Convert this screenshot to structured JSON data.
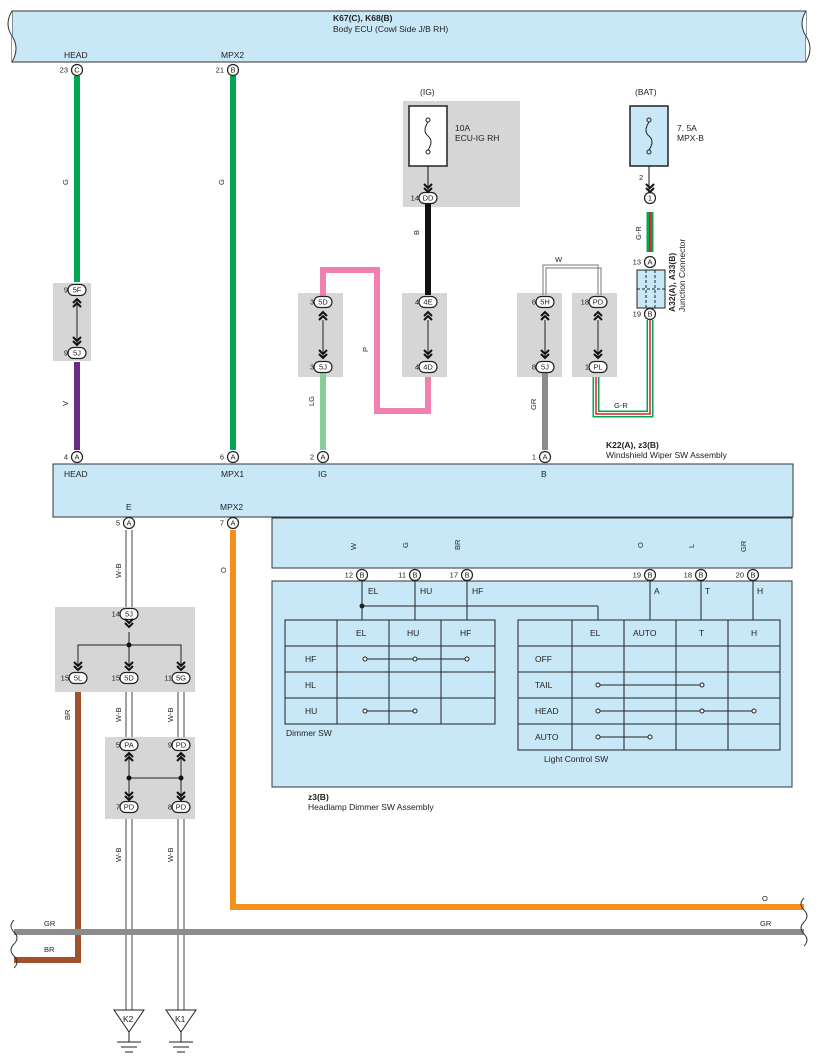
{
  "colors": {
    "ecu_fill": "#c8e8f8",
    "splice_gray": "#d6d6d6",
    "wire_green": "#00a651",
    "wire_violet": "#6a2a8c",
    "wire_pink": "#f080b0",
    "wire_black": "#111111",
    "wire_lightgreen": "#88cc99",
    "wire_gray": "#8c8c8c",
    "wire_orange": "#f39020",
    "wire_brown": "#a0522d",
    "wire_blue": "#0099dd",
    "wire_red": "#dd2222"
  },
  "body_ecu": {
    "codes": "K67(C), K68(B)",
    "name": "Body ECU (Cowl Side J/B RH)",
    "pin_head_label": "HEAD",
    "pin_head_num": "23",
    "pin_head_conn": "C",
    "pin_mpx2_label": "MPX2",
    "pin_mpx2_num": "21",
    "pin_mpx2_conn": "B"
  },
  "fuse_ig": {
    "supply": "(IG)",
    "rating": "10A",
    "name": "ECU-IG RH",
    "pin_num": "14",
    "pin_conn": "DD",
    "wire": "B"
  },
  "fuse_bat": {
    "supply": "(BAT)",
    "rating": "7. 5A",
    "name": "MPX-B",
    "pin_num": "2",
    "pin_conn": "1",
    "wire": "G-R"
  },
  "junction": {
    "codes": "A32(A), A33(B)",
    "name": "Junction Connector",
    "top_num": "13",
    "top_conn": "A",
    "bot_num": "19",
    "bot_conn": "B"
  },
  "wire_labels": {
    "head_upper": "G",
    "head_lower": "V",
    "mpx2": "G",
    "p": "P",
    "lg": "LG",
    "w_top": "W",
    "gr": "GR",
    "gr_bottom": "G-R",
    "e_wb": "W-B",
    "mpx2_o": "O",
    "br": "BR",
    "wb_mid1": "W-B",
    "wb_mid2": "W-B",
    "wb_low1": "W-B",
    "wb_low2": "W-B",
    "o_right": "O",
    "gr_left": "GR",
    "gr_right": "GR",
    "br_left": "BR"
  },
  "connectors": [
    {
      "num": "9",
      "conn": "5F"
    },
    {
      "num": "9",
      "conn": "5J"
    },
    {
      "num": "3",
      "conn": "5D"
    },
    {
      "num": "3",
      "conn": "5J"
    },
    {
      "num": "4",
      "conn": "4E"
    },
    {
      "num": "4",
      "conn": "4D"
    },
    {
      "num": "6",
      "conn": "5H"
    },
    {
      "num": "8",
      "conn": "5J"
    },
    {
      "num": "18",
      "conn": "PD"
    },
    {
      "num": "1",
      "conn": "PL"
    },
    {
      "num": "14",
      "conn": "5J"
    },
    {
      "num": "15",
      "conn": "5L"
    },
    {
      "num": "15",
      "conn": "5D"
    },
    {
      "num": "11",
      "conn": "5G"
    },
    {
      "num": "5",
      "conn": "PA"
    },
    {
      "num": "9",
      "conn": "PD"
    },
    {
      "num": "7",
      "conn": "PD"
    },
    {
      "num": "8",
      "conn": "PD"
    }
  ],
  "wiper": {
    "codes": "K22(A), z3(B)",
    "name": "Windshield Wiper SW Assembly",
    "top_pins": [
      {
        "num": "4",
        "conn": "A",
        "label": "HEAD"
      },
      {
        "num": "6",
        "conn": "A",
        "label": "MPX1"
      },
      {
        "num": "2",
        "conn": "A",
        "label": "IG"
      },
      {
        "num": "1",
        "conn": "A",
        "label": "B"
      }
    ],
    "bottom_pins": [
      {
        "num": "5",
        "conn": "A",
        "label": "E"
      },
      {
        "num": "7",
        "conn": "A",
        "label": "MPX2"
      }
    ]
  },
  "dimmer_assy": {
    "codes": "z3(B)",
    "name": "Headlamp Dimmer SW Assembly",
    "wires": [
      {
        "color": "W",
        "pin": "12",
        "conn": "B",
        "term": "EL"
      },
      {
        "color": "G",
        "pin": "11",
        "conn": "B",
        "term": "HU"
      },
      {
        "color": "BR",
        "pin": "17",
        "conn": "B",
        "term": "HF"
      },
      {
        "color": "O",
        "pin": "19",
        "conn": "B",
        "term": "A"
      },
      {
        "color": "L",
        "pin": "18",
        "conn": "B",
        "term": "T"
      },
      {
        "color": "GR",
        "pin": "20",
        "conn": "B",
        "term": "H"
      }
    ],
    "dimmer_sw": {
      "caption": "Dimmer SW",
      "cols": [
        "EL",
        "HU",
        "HF"
      ],
      "rows": [
        "HF",
        "HL",
        "HU"
      ]
    },
    "light_sw": {
      "caption": "Light Control SW",
      "cols": [
        "EL",
        "AUTO",
        "T",
        "H"
      ],
      "rows": [
        "OFF",
        "TAIL",
        "HEAD",
        "AUTO"
      ]
    }
  },
  "grounds": [
    {
      "id": "K2"
    },
    {
      "id": "K1"
    }
  ]
}
